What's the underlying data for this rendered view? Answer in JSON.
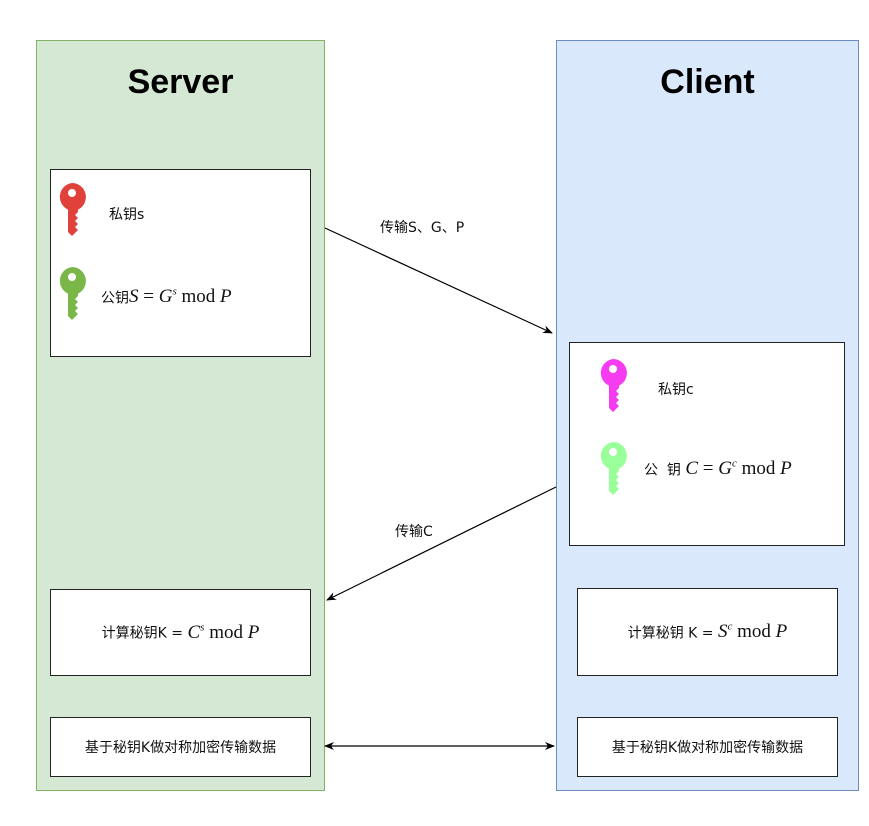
{
  "server": {
    "title": "Server",
    "private_key": "私钥s",
    "public_key_prefix": "公钥",
    "public_key_formula": {
      "lhs": "S",
      "base": "G",
      "exp": "s",
      "mod": "mod",
      "modulus": "P"
    },
    "compute_prefix": "计算秘钥K = ",
    "compute_formula": {
      "base": "C",
      "exp": "s",
      "mod": "mod",
      "modulus": "P"
    },
    "symmetric": "基于秘钥K做对称加密传输数据"
  },
  "client": {
    "title": "Client",
    "private_key": "私钥c",
    "public_key_prefix": "公  钥",
    "public_key_formula": {
      "lhs": "C",
      "base": "G",
      "exp": "c",
      "mod": "mod",
      "modulus": "P"
    },
    "compute_prefix": "计算秘钥 K = ",
    "compute_formula": {
      "base": "S",
      "exp": "c",
      "mod": "mod",
      "modulus": "P"
    },
    "symmetric": "基于秘钥K做对称加密传输数据"
  },
  "arrows": {
    "to_client": "传输S、G、P",
    "to_server": "传输C"
  },
  "colors": {
    "server_fill": "#d5e8d4",
    "server_border": "#82b366",
    "client_fill": "#dae8fc",
    "client_border": "#6c8ebf",
    "key_server_private": "#e0413a",
    "key_server_public": "#7ab648",
    "key_client_private": "#f53cf0",
    "key_client_public": "#99ff99"
  }
}
